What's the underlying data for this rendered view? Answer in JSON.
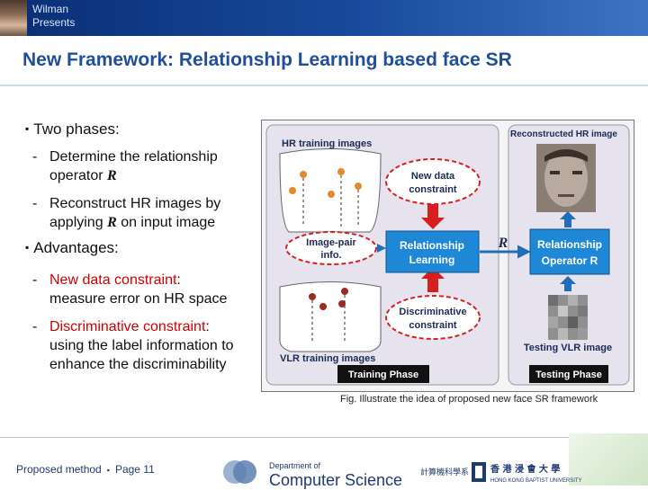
{
  "header": {
    "presenter_name": "Wilman",
    "presenter_word": "Presents"
  },
  "slide": {
    "title": "New Framework: Relationship Learning based face SR"
  },
  "content": {
    "phases_heading": "Two phases:",
    "phase1_line1": "Determine the relationship",
    "phase1_line2": "operator",
    "phase1_symbol": "R",
    "phase2_line1": "Reconstruct HR images by",
    "phase2_line2a": "applying",
    "phase2_symbol": "R",
    "phase2_line2b": "on input image",
    "advantages_heading": "Advantages:",
    "adv1_term": "New data constraint",
    "adv1_rest": "measure error on HR space",
    "adv2_term": "Discriminative constraint",
    "adv2_rest": "using the label information to enhance the discriminability",
    "dash": "-",
    "colon": ":"
  },
  "figure": {
    "hr_training_label": "HR training images",
    "reconstructed_label": "Reconstructed HR image",
    "new_constraint_line1": "New data",
    "new_constraint_line2": "constraint",
    "image_pair_line1": "Image-pair",
    "image_pair_line2": "info.",
    "rel_learning_line1": "Relationship",
    "rel_learning_line2": "Learning",
    "r_symbol": "R",
    "rel_operator_line1": "Relationship",
    "rel_operator_line2": "Operator R",
    "discrim_line1": "Discriminative",
    "discrim_line2": "constraint",
    "testing_vlr_label": "Testing VLR image",
    "vlr_training_label": "VLR training images",
    "training_phase": "Training Phase",
    "testing_phase": "Testing Phase"
  },
  "caption": "Fig. Illustrate the idea of proposed new  face SR framework",
  "footer": {
    "proposed_method": "Proposed method",
    "page": "Page 11",
    "dept_small": "Department of",
    "dept_big": "Computer Science",
    "chinese_dept": "計算機科學系",
    "univ_chinese": "香 港 浸 會 大 學",
    "univ_english": "HONG KONG BAPTIST UNIVERSITY"
  },
  "colors": {
    "title_blue": "#1f4e9a",
    "header_blue": "#0a2e74",
    "highlight_red": "#cc0000",
    "diagram_blue": "#1e88d6"
  }
}
